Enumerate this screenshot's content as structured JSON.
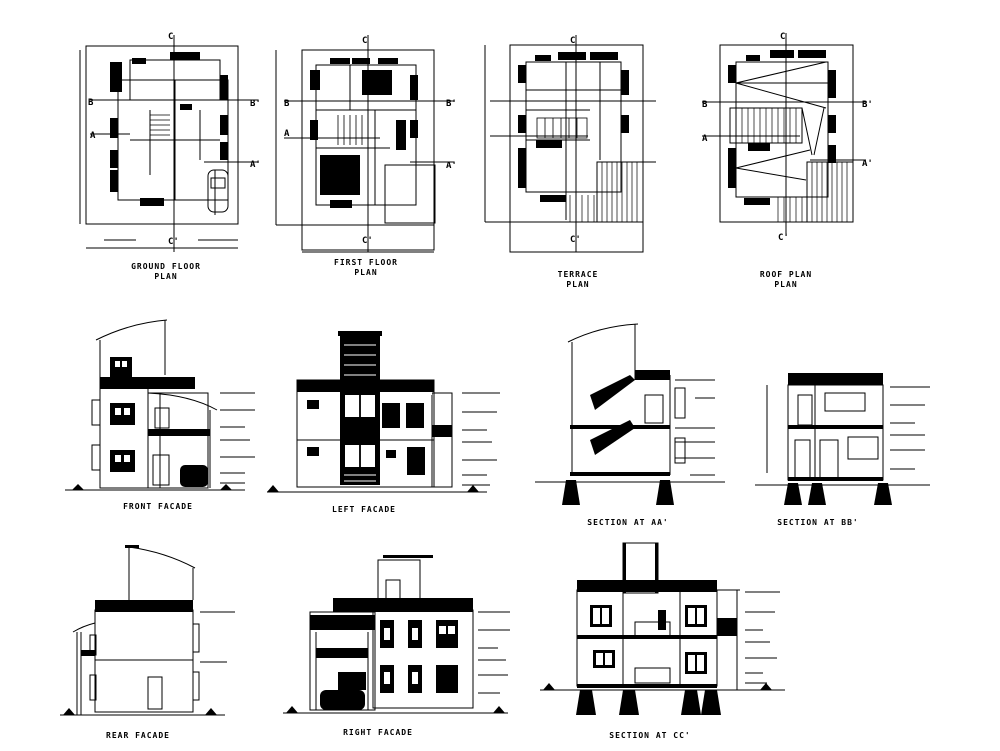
{
  "sheet": {
    "background": "#ffffff",
    "line_color": "#000000",
    "plans": [
      {
        "id": "ground",
        "title_line1": "GROUND FLOOR",
        "title_line2": "PLAN"
      },
      {
        "id": "first",
        "title_line1": "FIRST FLOOR",
        "title_line2": "PLAN"
      },
      {
        "id": "terrace",
        "title_line1": "TERRACE",
        "title_line2": "PLAN"
      },
      {
        "id": "roof",
        "title_line1": "ROOF PLAN",
        "title_line2": "PLAN"
      }
    ],
    "elevations": [
      {
        "id": "front",
        "title": "FRONT FACADE"
      },
      {
        "id": "left",
        "title": "LEFT FACADE"
      },
      {
        "id": "rear",
        "title": "REAR FACADE"
      },
      {
        "id": "right",
        "title": "RIGHT FACADE"
      }
    ],
    "sections": [
      {
        "id": "aa",
        "title": "SECTION AT AA'"
      },
      {
        "id": "bb",
        "title": "SECTION AT BB'"
      },
      {
        "id": "cc",
        "title": "SECTION AT CC'"
      }
    ],
    "section_markers": {
      "a": "A",
      "a_prime": "A'",
      "b": "B",
      "b_prime": "B'",
      "c": "C",
      "c_prime": "C'"
    }
  }
}
